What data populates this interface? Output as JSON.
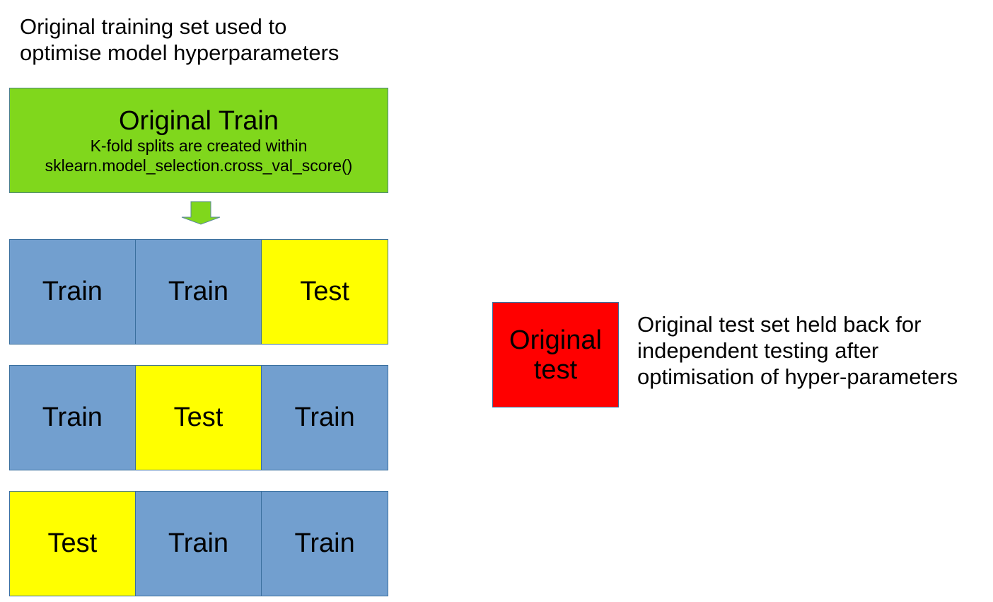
{
  "colors": {
    "original_train_fill": "#80d71c",
    "train_fill": "#729fcf",
    "test_fill": "#ffff00",
    "original_test_fill": "#ff0000",
    "border": "#3a6f9e"
  },
  "top_caption": {
    "lines": [
      "Original training set used to",
      "optimise model hyperparameters"
    ]
  },
  "original_train": {
    "title": "Original Train",
    "subtitle_lines": [
      "K-fold splits are created within",
      "sklearn.model_selection.cross_val_score()"
    ]
  },
  "arrow": {
    "icon": "down-arrow-icon"
  },
  "folds": [
    {
      "cells": [
        {
          "label": "Train",
          "kind": "train"
        },
        {
          "label": "Train",
          "kind": "train"
        },
        {
          "label": "Test",
          "kind": "test"
        }
      ]
    },
    {
      "cells": [
        {
          "label": "Train",
          "kind": "train"
        },
        {
          "label": "Test",
          "kind": "test"
        },
        {
          "label": "Train",
          "kind": "train"
        }
      ]
    },
    {
      "cells": [
        {
          "label": "Test",
          "kind": "test"
        },
        {
          "label": "Train",
          "kind": "train"
        },
        {
          "label": "Train",
          "kind": "train"
        }
      ]
    }
  ],
  "original_test": {
    "lines": [
      "Original",
      "test"
    ]
  },
  "right_caption": {
    "lines": [
      "Original test set held back for",
      "independent testing after",
      "optimisation of hyper-parameters"
    ]
  }
}
